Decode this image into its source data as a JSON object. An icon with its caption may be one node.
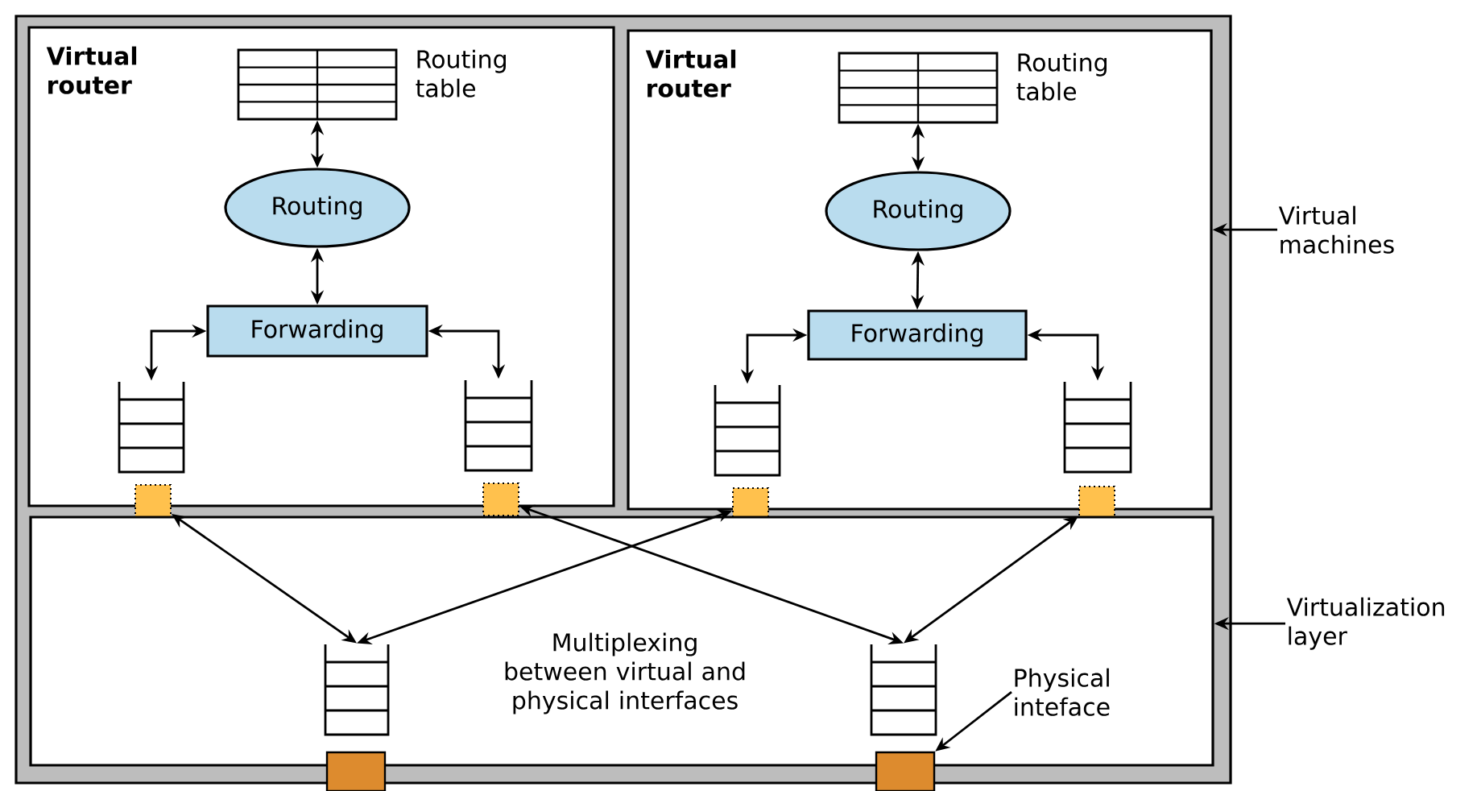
{
  "diagram": {
    "nodes": [
      {
        "text": [
          "Virtual router"
        ]
      },
      {
        "text": [],
        "shape": "table",
        "in": 0,
        "beside": [
          "Routing table"
        ]
      },
      {
        "text": [
          "Routing"
        ],
        "in": 0
      },
      {
        "text": [
          "Forwarding"
        ],
        "in": 0
      },
      {
        "text": [],
        "shape": "queue",
        "in": 0
      },
      {
        "text": [],
        "shape": "queue",
        "in": 0
      },
      {
        "text": [
          "Virtual router"
        ]
      },
      {
        "text": [],
        "shape": "table",
        "in": 6,
        "beside": [
          "Routing table"
        ]
      },
      {
        "text": [
          "Routing"
        ],
        "in": 6
      },
      {
        "text": [
          "Forwarding"
        ],
        "in": 6
      },
      {
        "text": [],
        "shape": "queue",
        "in": 6
      },
      {
        "text": [],
        "shape": "queue",
        "in": 6
      },
      {
        "text": [],
        "shape": "box"
      },
      {
        "text": [],
        "shape": "box"
      },
      {
        "text": [],
        "shape": "box"
      },
      {
        "text": [],
        "shape": "box"
      },
      {
        "text": [
          "Multiplexing between virtual and physical interfaces"
        ]
      },
      {
        "text": [],
        "shape": "queue",
        "in": 16
      },
      {
        "text": [],
        "shape": "queue",
        "in": 16
      },
      {
        "text": [],
        "shape": "box"
      },
      {
        "text": [],
        "shape": "box"
      },
      {
        "text": [
          "Virtual machines"
        ]
      },
      {
        "text": [
          "Virtualization layer"
        ]
      },
      {
        "text": [
          "Physical inteface"
        ],
        "in": 16
      }
    ],
    "edges": [
      {
        "from": 1,
        "to": 2,
        "arrow": "both"
      },
      {
        "from": 2,
        "to": 3,
        "arrow": "both"
      },
      {
        "from": 3,
        "to": 4,
        "arrow": "both"
      },
      {
        "from": 3,
        "to": 5,
        "arrow": "both"
      },
      {
        "from": 7,
        "to": 8,
        "arrow": "both"
      },
      {
        "from": 8,
        "to": 9,
        "arrow": "both"
      },
      {
        "from": 9,
        "to": 10,
        "arrow": "both"
      },
      {
        "from": 9,
        "to": 11,
        "arrow": "both"
      },
      {
        "from": 12,
        "to": 17,
        "arrow": "both"
      },
      {
        "from": 13,
        "to": 18,
        "arrow": "both"
      },
      {
        "from": 14,
        "to": 17,
        "arrow": "both"
      },
      {
        "from": 15,
        "to": 18,
        "arrow": "both"
      },
      {
        "from": 21,
        "to": 6,
        "arrow": "to"
      },
      {
        "from": 22,
        "to": 16,
        "arrow": "to"
      },
      {
        "from": 23,
        "to": 20,
        "arrow": "to"
      }
    ]
  }
}
